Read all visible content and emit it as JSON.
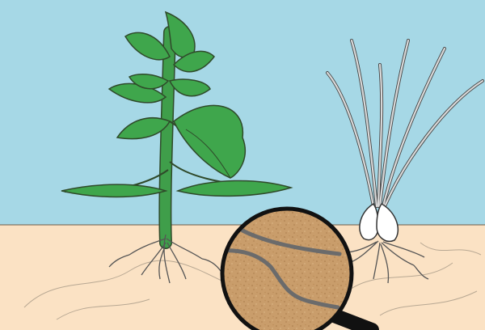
{
  "scene": {
    "colors": {
      "sky": "#a6d8e6",
      "soil": "#fbe2c4",
      "leaf": "#3fa64c",
      "leaf_outline": "#2f4a2a",
      "stem": "#3f9e4a",
      "onion_leaf": "#d9d9d9",
      "bulb": "#ffffff",
      "roots": "#555555",
      "magnifier_frame": "#111111",
      "magnifier_lens": "#c99d6b",
      "hyphae": "#6b6b6b"
    },
    "objects": [
      "leafy-plant",
      "onion-plant",
      "soil",
      "roots",
      "magnifying-glass",
      "fungal-hyphae"
    ]
  }
}
